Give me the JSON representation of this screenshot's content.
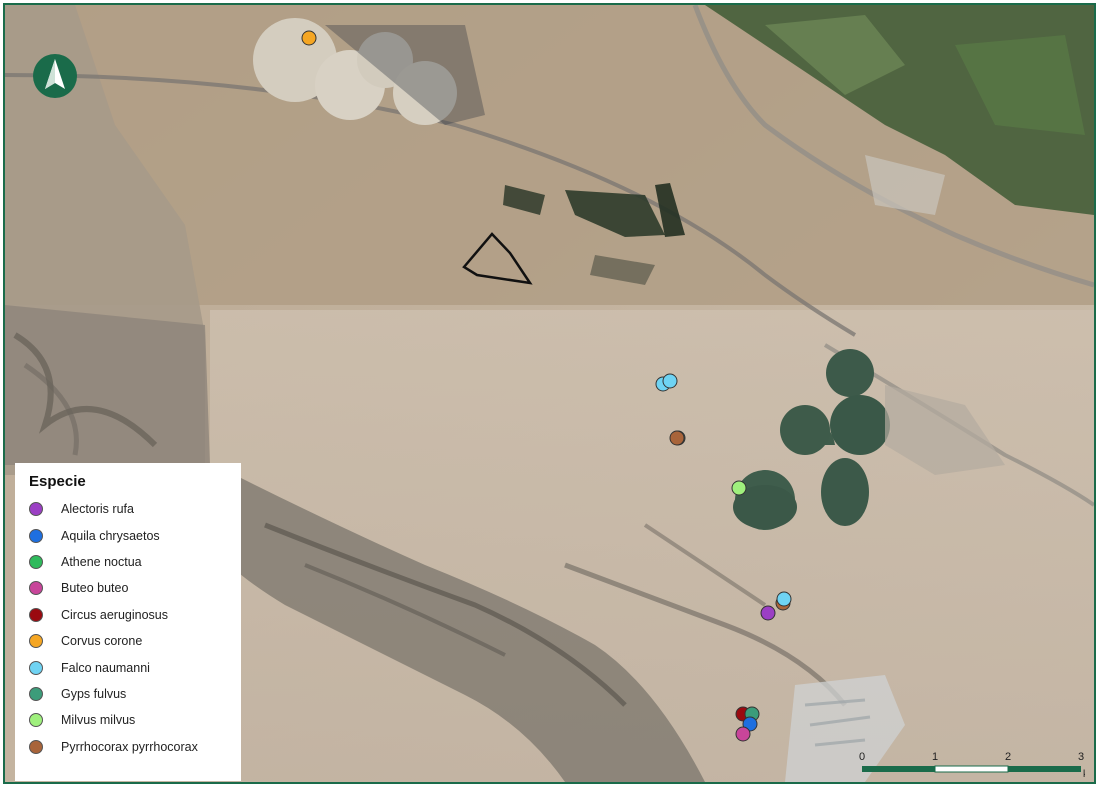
{
  "legend": {
    "title": "Especie",
    "species": [
      {
        "name": "Alectoris rufa",
        "color": "#9b3fc4"
      },
      {
        "name": "Aquila chrysaetos",
        "color": "#1e6fe0"
      },
      {
        "name": "Athene noctua",
        "color": "#2fba5c"
      },
      {
        "name": "Buteo buteo",
        "color": "#c8459a"
      },
      {
        "name": "Circus aeruginosus",
        "color": "#9a0a10"
      },
      {
        "name": "Corvus corone",
        "color": "#f5a623"
      },
      {
        "name": "Falco naumanni",
        "color": "#6fd3f3"
      },
      {
        "name": "Gyps fulvus",
        "color": "#3c9c7a"
      },
      {
        "name": "Milvus milvus",
        "color": "#9ff07d"
      },
      {
        "name": "Pyrrhocorax pyrrhocorax",
        "color": "#a8643a"
      }
    ]
  },
  "scale": {
    "ticks": [
      "0",
      "1",
      "2",
      "3"
    ],
    "unit": "km"
  },
  "colors": {
    "frame": "#1a6b4a",
    "scale_fill": "#1a6b4a"
  },
  "icons": {
    "north_arrow": "north-arrow-icon"
  }
}
